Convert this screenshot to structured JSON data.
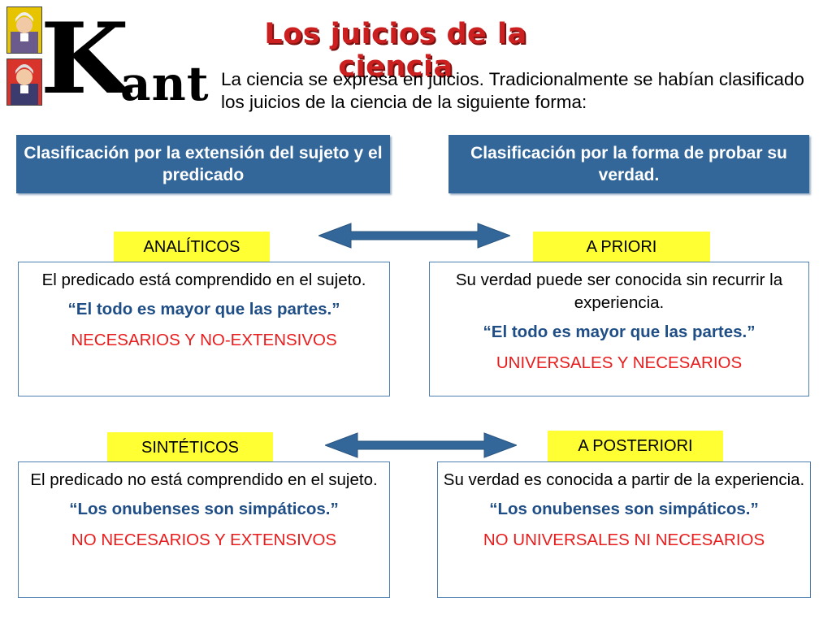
{
  "logo": {
    "k": "K",
    "rest": "ant"
  },
  "title": "Los juicios de la ciencia",
  "intro": "La ciencia se expresa en juicios. Tradicionalmente se habían clasificado los juicios de la ciencia de la siguiente forma:",
  "headers": {
    "left": "Clasificación por la extensión del sujeto y el predicado",
    "right": "Clasificación por la forma de probar su verdad."
  },
  "cards": {
    "analiticos": {
      "tag": "ANALÍTICOS",
      "definition": "El predicado está comprendido en el sujeto.",
      "example": "“El todo es mayor que las partes.”",
      "result": "NECESARIOS Y NO-EXTENSIVOS"
    },
    "apriori": {
      "tag": "A PRIORI",
      "definition": "Su verdad puede ser conocida sin recurrir  la experiencia.",
      "example": "“El todo es mayor que las partes.”",
      "result": "UNIVERSALES Y NECESARIOS"
    },
    "sinteticos": {
      "tag": "SINTÉTICOS",
      "definition": "El predicado no está comprendido en el sujeto.",
      "example": "“Los onubenses son simpáticos.”",
      "result": "NO NECESARIOS Y EXTENSIVOS"
    },
    "aposteriori": {
      "tag": "A POSTERIORI",
      "definition": "Su verdad es conocida a partir de la experiencia.",
      "example": "“Los onubenses son simpáticos.”",
      "result": "NO UNIVERSALES NI NECESARIOS"
    }
  },
  "colors": {
    "header_bg": "#336699",
    "tag_bg": "#ffff33",
    "title": "#cc1f1f",
    "example": "#1f4e86",
    "result": "#e81c1c",
    "arrow": "#336699"
  }
}
